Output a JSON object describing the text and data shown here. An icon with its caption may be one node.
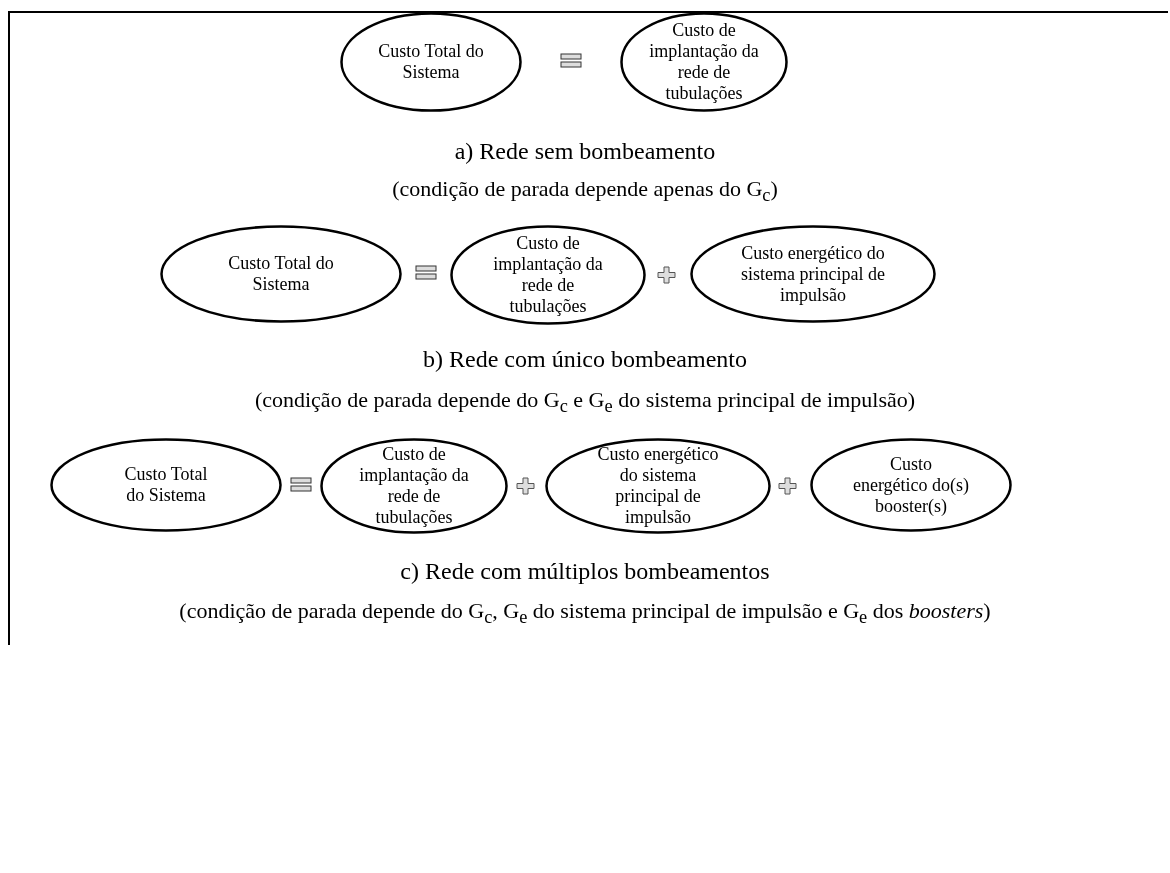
{
  "diagram": {
    "nodes": [
      {
        "text": [
          "Custo Total do Sistema"
        ]
      },
      {
        "text": [
          "Custo de implantação da rede de tubulações"
        ]
      },
      {
        "text": [
          "Custo Total do Sistema"
        ]
      },
      {
        "text": [
          "Custo de implantação da rede de tubulações"
        ]
      },
      {
        "text": [
          "Custo energético do sistema principal de impulsão"
        ]
      },
      {
        "text": [
          "Custo Total do Sistema"
        ]
      },
      {
        "text": [
          "Custo de implantação da rede de tubulações"
        ]
      },
      {
        "text": [
          "Custo energético do sistema principal de impulsão"
        ]
      },
      {
        "text": [
          "Custo energético do(s) booster(s)"
        ]
      }
    ],
    "edges": [],
    "labels": [
      "a) Rede sem bombeamento",
      "(condição de parada depende apenas do G$_{c}$)",
      "b) Rede com único bombeamento",
      "(condição de parada depende do G$_{c}$ e G$_{e}$ do sistema principal de impulsão)",
      "c) Rede com múltiplos bombeamentos",
      "(condição de parada depende do G$_{c}$, G$_{e}$ do sistema principal de impulsão e G$_{e}$ dos *boosters*)"
    ]
  }
}
